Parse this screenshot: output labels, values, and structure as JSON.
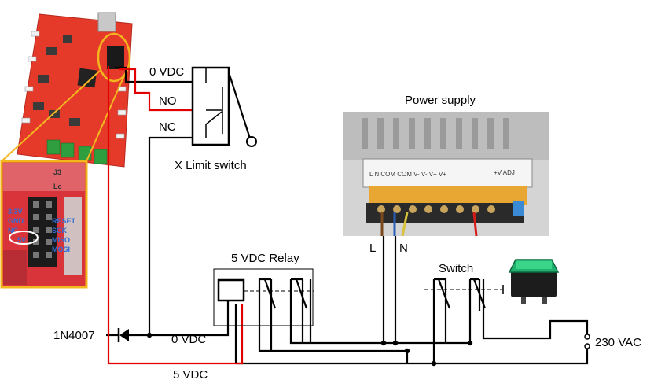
{
  "labels": {
    "zero_vdc_top": "0 VDC",
    "no": "NO",
    "nc": "NC",
    "limit_switch": "X  Limit switch",
    "power_supply": "Power supply",
    "live": "L",
    "neutral": "N",
    "relay": "5 VDC Relay",
    "switch": "Switch",
    "diode": "1N4007",
    "zero_vdc_bottom": "0 VDC",
    "five_vdc": "5 VDC",
    "mains": "230 VAC"
  },
  "board": {
    "pins_left": [
      "3.3V",
      "GND",
      "NC",
      "5V"
    ],
    "pins_right": [
      "RESET",
      "SCK",
      "MISO",
      "MOSI"
    ],
    "header_labels": [
      "J3",
      "Lc"
    ]
  },
  "psu_text": "L N  COM COM V- V- V+ V+",
  "psu_badge": "+V ADJ",
  "colors": {
    "wire_black": "#000000",
    "wire_red": "#e00000",
    "board_red": "#e53a2a",
    "highlight": "#f3b61f",
    "rocker_green": "#1faa6a"
  }
}
